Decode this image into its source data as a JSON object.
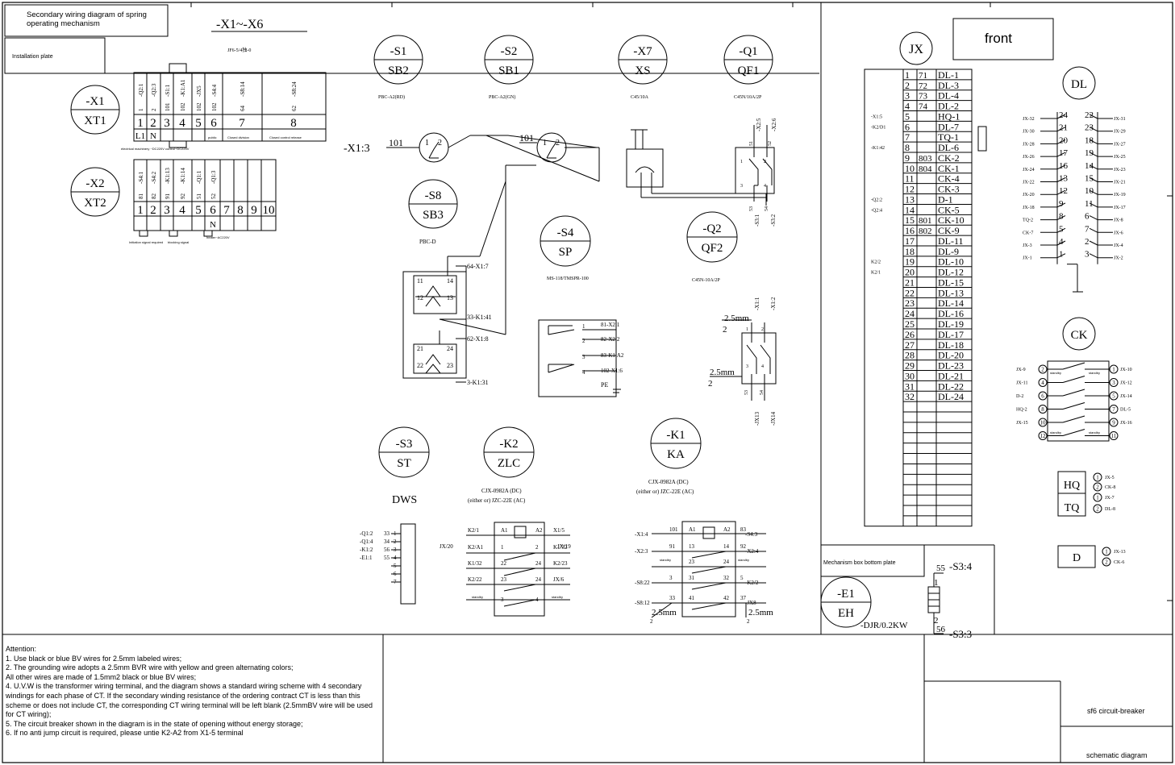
{
  "title_block": {
    "title_line1": "Secondary wiring diagram of spring",
    "title_line2": "operating mechanism",
    "installation_plate": "Installation plate",
    "x_range": "-X1~-X6",
    "terminal_model": "JF6-5/4独-0",
    "front": "front",
    "mechanism_box": "Mechanism box bottom plate",
    "product": "sf6 circuit-breaker",
    "doc_type": "schematic diagram"
  },
  "components": [
    {
      "tag": "-X1",
      "name": "XT1"
    },
    {
      "tag": "-X2",
      "name": "XT2"
    },
    {
      "tag": "-S1",
      "name": "SB2",
      "model": "PBC-A2(RD)"
    },
    {
      "tag": "-S2",
      "name": "SB1",
      "model": "PBC-A2(GN)"
    },
    {
      "tag": "-X7",
      "name": "XS",
      "model": "C45/10A"
    },
    {
      "tag": "-Q1",
      "name": "QF1",
      "model": "C45N/10A/2P"
    },
    {
      "tag": "-S8",
      "name": "SB3",
      "model": "PBC-D"
    },
    {
      "tag": "-S4",
      "name": "SP",
      "model": "MS-118/TMSPR-100"
    },
    {
      "tag": "-Q2",
      "name": "QF2",
      "model": "C45N-10A/2P"
    },
    {
      "tag": "-S3",
      "name": "ST",
      "model": "DWS"
    },
    {
      "tag": "-K2",
      "name": "ZLC",
      "model": "CJX-0982A (DC)",
      "model2": "(either or) JZC-22E (AC)"
    },
    {
      "tag": "-K1",
      "name": "KA",
      "model": "CJX-0982A (DC)",
      "model2": "(either or) JZC-22E (AC)"
    },
    {
      "tag": "-E1",
      "name": "EH",
      "model": "-DJR/0.2KW"
    },
    {
      "tag": "JX",
      "name": ""
    },
    {
      "tag": "DL",
      "name": ""
    },
    {
      "tag": "CK",
      "name": ""
    }
  ],
  "xt1": {
    "wire_labels": [
      "-Q2:1",
      "-Q2:3",
      "-S1:1",
      "-K1:A1",
      "-JX5",
      "-S4:4",
      "-S8:14",
      "-S8:24"
    ],
    "wire_numbers": [
      "1",
      "2",
      "101",
      "102",
      "102",
      "102",
      "64",
      "62"
    ],
    "terminals": [
      "1",
      "2",
      "3",
      "4",
      "5",
      "6",
      "7",
      "8"
    ],
    "func_row": [
      "L1",
      "N",
      "",
      "",
      "",
      "",
      "",
      "",
      ""
    ],
    "bottom_labels": [
      "electrical machinery ~DC220V",
      "control~DC220V",
      "public",
      "Closed division",
      "Closed control release"
    ]
  },
  "xt2": {
    "wire_labels": [
      "-S4:1",
      "-S4:2",
      "-K1:13",
      "-K1:14",
      "-Q1:1",
      "-Q1:3"
    ],
    "wire_numbers": [
      "81",
      "82",
      "91",
      "92",
      "51",
      "52"
    ],
    "terminals": [
      "1",
      "2",
      "3",
      "4",
      "5",
      "6",
      "7",
      "8",
      "9",
      "10"
    ],
    "n_label": "N",
    "bottom_labels": [
      "Initiation signal required",
      "blocking signal",
      "heater~AC220V"
    ]
  },
  "s1_circuit": {
    "ref": "-X1:3",
    "w1": "101",
    "w2": "101",
    "c1": "1",
    "c2": "2",
    "c3": "1",
    "c4": "2"
  },
  "s8_circuit": {
    "labels": [
      "64-X1:7",
      "33-K1:41",
      "62-X1:8",
      "3-K1:31"
    ],
    "contacts": [
      "11",
      "14",
      "12",
      "13",
      "21",
      "24",
      "22",
      "23"
    ]
  },
  "s4_circuit": {
    "pins": [
      "1",
      "2",
      "3",
      "4"
    ],
    "labels": [
      "81-X2:1",
      "82-X2:2",
      "83-K1:A2",
      "102-X1:6"
    ],
    "pe": "PE"
  },
  "q1_circuit": {
    "top": [
      "-X2:5",
      "-X2:6"
    ],
    "contacts": [
      "51",
      "52",
      "1",
      "2",
      "3",
      "4",
      "53",
      "54"
    ]
  },
  "q2_circuit": {
    "bottom": [
      "-S3:1",
      "-S3:2"
    ],
    "contacts": [
      "1",
      "2",
      "3",
      "4",
      "53",
      "54"
    ],
    "top": [
      "-X1:1",
      "-X1:2"
    ],
    "wire1": "2.5mm",
    "wire1_n": "2",
    "wire2": "2.5mm",
    "wire2_n": "2",
    "jx": [
      "-JX13",
      "-JX14"
    ]
  },
  "s3_circuit": {
    "left": [
      "-Q1:2",
      "-Q1:4",
      "-K1:2",
      "-E1:1"
    ],
    "nums": [
      "33",
      "34",
      "56",
      "55"
    ],
    "pins": [
      "1",
      "2",
      "3",
      "4",
      "5",
      "6",
      "7"
    ]
  },
  "k2_circuit": {
    "left": [
      "K2/1",
      "K2/A1",
      "K1/32",
      "K2/22"
    ],
    "right": [
      "X1/5",
      "K1/32",
      "K2/23",
      "JX/6"
    ],
    "contacts_l": [
      "A1",
      "1",
      "22",
      "23",
      "3"
    ],
    "contacts_r": [
      "A2",
      "2",
      "24",
      "24",
      "4"
    ],
    "side_l": "JX/20",
    "side_r": "JX/19",
    "standby": "standby"
  },
  "k1_circuit": {
    "left": [
      "-X1:4",
      "-X2:3",
      "",
      "-S8:22",
      "-S8:12"
    ],
    "right": [
      "-S4:3",
      "-X2:4",
      "",
      "-K2/2",
      "-JX8"
    ],
    "nums_l": [
      "101",
      "91",
      "",
      "3",
      "33"
    ],
    "nums_r": [
      "83",
      "92",
      "",
      "5",
      "37"
    ],
    "contacts_l": [
      "A1",
      "13",
      "23",
      "31",
      "41"
    ],
    "contacts_r": [
      "A2",
      "14",
      "24",
      "32",
      "42"
    ],
    "standby": "standby",
    "wire": "2.5mm",
    "wire_n": "2"
  },
  "jx_table": {
    "left": [
      "",
      "",
      "",
      "",
      "-X1:5",
      "-K2/D1",
      "",
      "-K1:42",
      "",
      "",
      "",
      "",
      "-Q2:2",
      "-Q2:4",
      "",
      "",
      "",
      "",
      "K2/2",
      "K2/1",
      "",
      "",
      "",
      "",
      "",
      "",
      "",
      "",
      "",
      "",
      "",
      ""
    ],
    "num": [
      "1",
      "2",
      "3",
      "4",
      "5",
      "6",
      "7",
      "8",
      "9",
      "10",
      "11",
      "12",
      "13",
      "14",
      "15",
      "16",
      "17",
      "18",
      "19",
      "20",
      "21",
      "22",
      "23",
      "24",
      "25",
      "26",
      "27",
      "28",
      "29",
      "30",
      "31",
      "32"
    ],
    "wire": [
      "71",
      "72",
      "73",
      "74",
      "",
      "",
      "",
      "",
      "803",
      "804",
      "",
      "",
      "",
      "",
      "801",
      "802",
      "",
      "",
      "",
      "",
      "",
      "",
      "",
      "",
      "",
      "",
      "",
      "",
      "",
      "",
      "",
      ""
    ],
    "dest": [
      "DL-1",
      "DL-3",
      "DL-4",
      "DL-2",
      "HQ-1",
      "DL-7",
      "TQ-1",
      "DL-6",
      "CK-2",
      "CK-1",
      "CK-4",
      "CK-3",
      "D-1",
      "CK-5",
      "CK-10",
      "CK-9",
      "DL-11",
      "DL-9",
      "DL-10",
      "DL-12",
      "DL-15",
      "DL-13",
      "DL-14",
      "DL-16",
      "DL-19",
      "DL-17",
      "DL-18",
      "DL-20",
      "DL-23",
      "DL-21",
      "DL-22",
      "DL-24"
    ]
  },
  "dl_block": {
    "rows": [
      {
        "l": "JX-32",
        "a": "24",
        "b": "22",
        "r": "JX-31"
      },
      {
        "l": "JX-30",
        "a": "21",
        "b": "23",
        "r": "JX-29"
      },
      {
        "l": "JX-28",
        "a": "20",
        "b": "18",
        "r": "JX-27"
      },
      {
        "l": "JX-26",
        "a": "17",
        "b": "19",
        "r": "JX-25"
      },
      {
        "l": "JX-24",
        "a": "16",
        "b": "14",
        "r": "JX-23"
      },
      {
        "l": "JX-22",
        "a": "13",
        "b": "15",
        "r": "JX-21"
      },
      {
        "l": "JX-20",
        "a": "12",
        "b": "10",
        "r": "JX-19"
      },
      {
        "l": "JX-18",
        "a": "9",
        "b": "11",
        "r": "JX-17"
      },
      {
        "l": "TQ-2",
        "a": "8",
        "b": "6",
        "r": "JX-8"
      },
      {
        "l": "CK-7",
        "a": "5",
        "b": "7",
        "r": "JX-6"
      },
      {
        "l": "JX-3",
        "a": "4",
        "b": "2",
        "r": "JX-4"
      },
      {
        "l": "JX-1",
        "a": "1",
        "b": "3",
        "r": "JX-2"
      }
    ]
  },
  "ck_block": {
    "rows": [
      {
        "l": "JX-9",
        "a": "2",
        "b": "1",
        "r": "JX-10"
      },
      {
        "l": "JX-11",
        "a": "4",
        "b": "3",
        "r": "JX-12"
      },
      {
        "l": "D-2",
        "a": "6",
        "b": "5",
        "r": "JX-14"
      },
      {
        "l": "HQ-2",
        "a": "8",
        "b": "7",
        "r": "DL-5"
      },
      {
        "l": "JX-15",
        "a": "10",
        "b": "9",
        "r": "JX-16"
      },
      {
        "l": "",
        "a": "12",
        "b": "11",
        "r": ""
      }
    ],
    "standby": "standby"
  },
  "hq_tq": {
    "hq": "HQ",
    "tq": "TQ",
    "labels": [
      "JX-5",
      "CK-8",
      "JX-7",
      "DL-8"
    ],
    "nums": [
      "1",
      "2",
      "1",
      "2"
    ]
  },
  "d_block": {
    "d": "D",
    "labels": [
      "JX-13",
      "CK-6"
    ],
    "nums": [
      "1",
      "2"
    ]
  },
  "e1_circuit": {
    "top_n": "55",
    "top_l": "-S3:4",
    "bot_n": "56",
    "bot_l": "-S3:3",
    "p1": "1",
    "p2": "2"
  },
  "notes": {
    "heading": "Attention:",
    "lines": [
      "1. Use black or blue BV wires for 2.5mm labeled wires;",
      "2. The grounding wire adopts a 2.5mm BVR wire with yellow and green alternating colors;",
      "All other wires are made of 1.5mm2 black or blue BV wires;",
      "4. U.V.W is the transformer wiring terminal, and the diagram shows a standard wiring scheme with 4 secondary windings for each phase of CT. If the secondary winding resistance of the ordering contract CT is less than this scheme or does not include CT, the corresponding CT wiring terminal will be left blank (2.5mmBV wire will be used for CT wiring);",
      "5. The circuit breaker shown in the diagram is in the state of opening without energy storage;",
      "6. If no anti jump circuit is required, please untie K2-A2 from X1-5 terminal"
    ]
  }
}
